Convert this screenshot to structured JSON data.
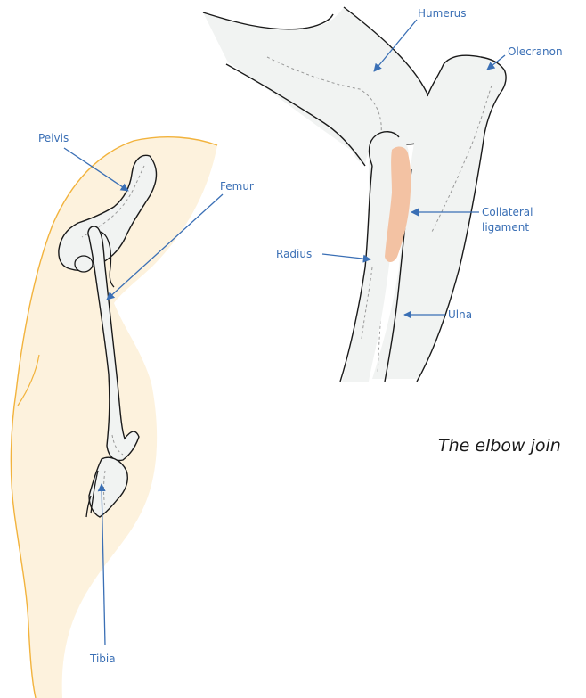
{
  "labels": {
    "humerus": "Humerus",
    "olecranon": "Olecranon",
    "pelvis": "Pelvis",
    "femur": "Femur",
    "collateral_line1": "Collateral",
    "collateral_line2": "ligament",
    "radius": "Radius",
    "ulna": "Ulna",
    "tibia": "Tibia"
  },
  "caption": "The elbow join",
  "colors": {
    "label_text": "#3a6fb5",
    "leader_line": "#3a6fb5",
    "leg_fill": "#fdf2dd",
    "leg_outline": "#f2b33d",
    "bone_fill": "#f1f3f2",
    "bone_outline": "#1a1a1a",
    "ligament": "#f3c2a3"
  }
}
